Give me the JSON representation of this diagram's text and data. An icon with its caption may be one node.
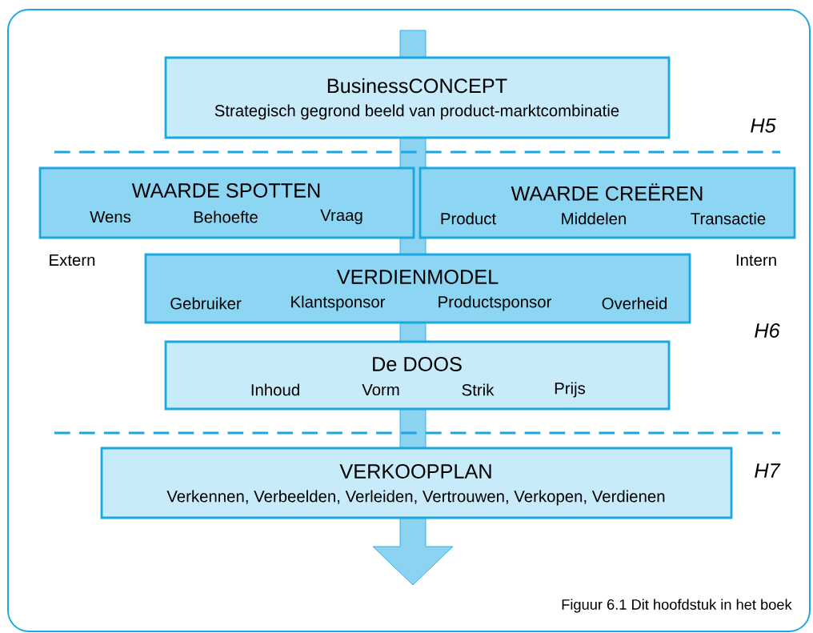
{
  "diagram": {
    "caption": "Figuur 6.1 Dit hoofdstuk in het boek",
    "nodes": [
      {
        "text": [
          "BusinessCONCEPT",
          "Strategisch gegrond beeld van product-marktcombinatie"
        ]
      },
      {
        "text": [
          "WAARDE SPOTTEN",
          "Wens",
          "Behoefte",
          "Vraag"
        ]
      },
      {
        "text": [
          "WAARDE CREËREN",
          "Product",
          "Middelen",
          "Transactie"
        ]
      },
      {
        "text": [
          "VERDIENMODEL",
          "Gebruiker",
          "Klantsponsor",
          "Productsponsor",
          "Overheid"
        ]
      },
      {
        "text": [
          "De DOOS",
          "Inhoud",
          "Vorm",
          "Strik",
          "Prijs"
        ]
      },
      {
        "text": [
          "VERKOOPPLAN",
          "Verkennen, Verbeelden, Verleiden, Vertrouwen, Verkopen, Verdienen"
        ]
      }
    ],
    "labels": [
      "H5",
      "Extern",
      "Intern",
      "H6",
      "H7"
    ]
  }
}
